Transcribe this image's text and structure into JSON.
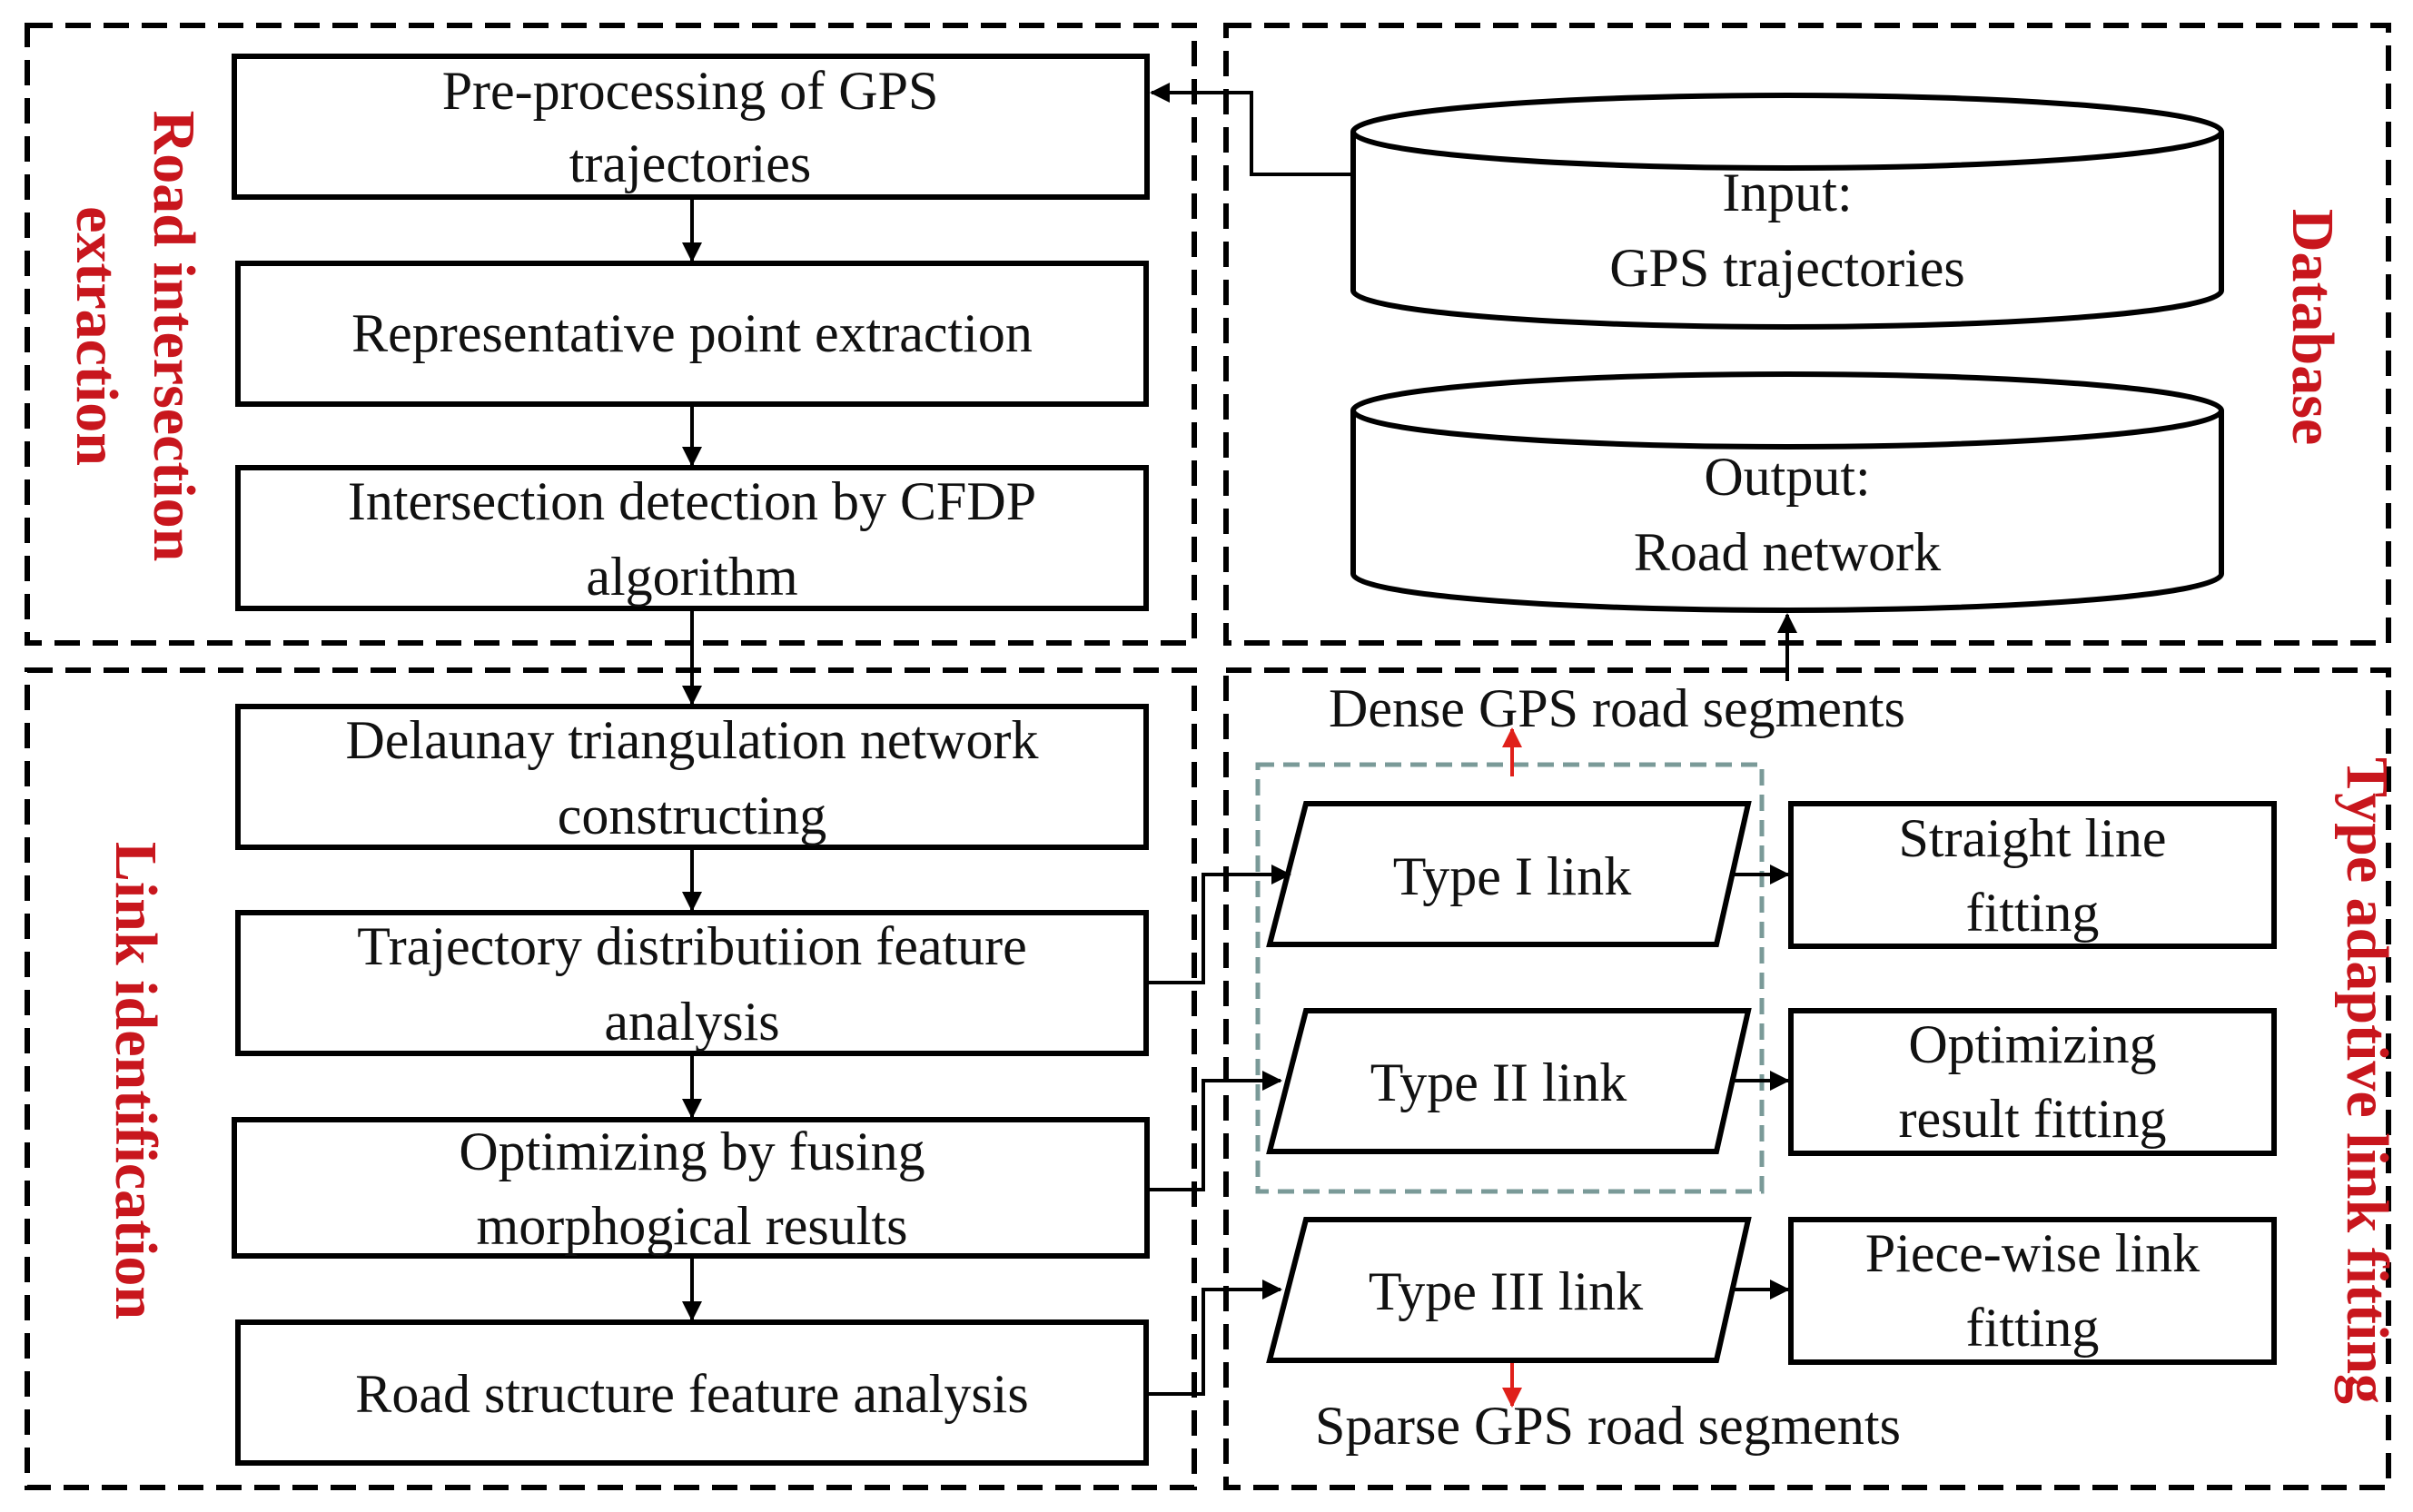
{
  "colors": {
    "panel_title": "#c8161d",
    "box_border": "#000000",
    "dashed_group": "#7a9a98",
    "marker_red": "#e0201a"
  },
  "panels": {
    "road_intersection": {
      "title_line1": "Road intersection",
      "title_line2": "extraction"
    },
    "database": {
      "title": "Database"
    },
    "link_identification": {
      "title": "Link identification"
    },
    "type_adaptive": {
      "title": "Type adaptive link fitting"
    }
  },
  "steps": {
    "preprocess": {
      "line1": "Pre-processing of GPS",
      "line2": "trajectories"
    },
    "representative": {
      "line1": "Representative point extraction"
    },
    "cfdp": {
      "line1": "Intersection detection by CFDP",
      "line2": "algorithm"
    },
    "delaunay": {
      "line1": "Delaunay triangulation network",
      "line2": "constructing"
    },
    "trajectory": {
      "line1": "Trajectory distributiion feature",
      "line2": "analysis"
    },
    "optimizing": {
      "line1": "Optimizing by fusing",
      "line2": "morphogical results"
    },
    "road_structure": {
      "line1": "Road structure feature analysis"
    }
  },
  "database": {
    "input": {
      "line1": "Input:",
      "line2": "GPS trajectories"
    },
    "output": {
      "line1": "Output:",
      "line2": "Road network"
    }
  },
  "links": {
    "type1": "Type I link",
    "type2": "Type II link",
    "type3": "Type III link"
  },
  "fitting": {
    "straight": {
      "line1": "Straight line",
      "line2": "fitting"
    },
    "optimizing": {
      "line1": "Optimizing",
      "line2": "result fitting"
    },
    "piecewise": {
      "line1": "Piece-wise link",
      "line2": "fitting"
    }
  },
  "segments": {
    "dense": "Dense GPS road segments",
    "sparse": "Sparse GPS road segments"
  }
}
